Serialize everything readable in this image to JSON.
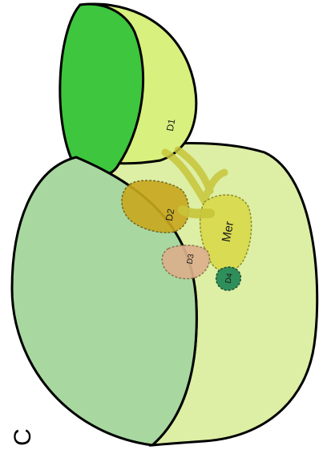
{
  "figure": {
    "panel_label": "C",
    "labels": {
      "d1": "D1",
      "d2": "D2",
      "d3": "D3",
      "d4": "D4",
      "mer": "Mer"
    }
  },
  "colors": {
    "dark_green": "#3ec63e",
    "pale_yellow_green": "#d8f07e",
    "large_sphere_right": "#dcefa4",
    "large_sphere_left": "#a8d8a0",
    "d2": "#c9a81e",
    "d3": "#dcb08c",
    "d4": "#2f8f5a",
    "mer": "#d9dc52",
    "connectors": "#c7c43a",
    "outline": "#000000"
  }
}
